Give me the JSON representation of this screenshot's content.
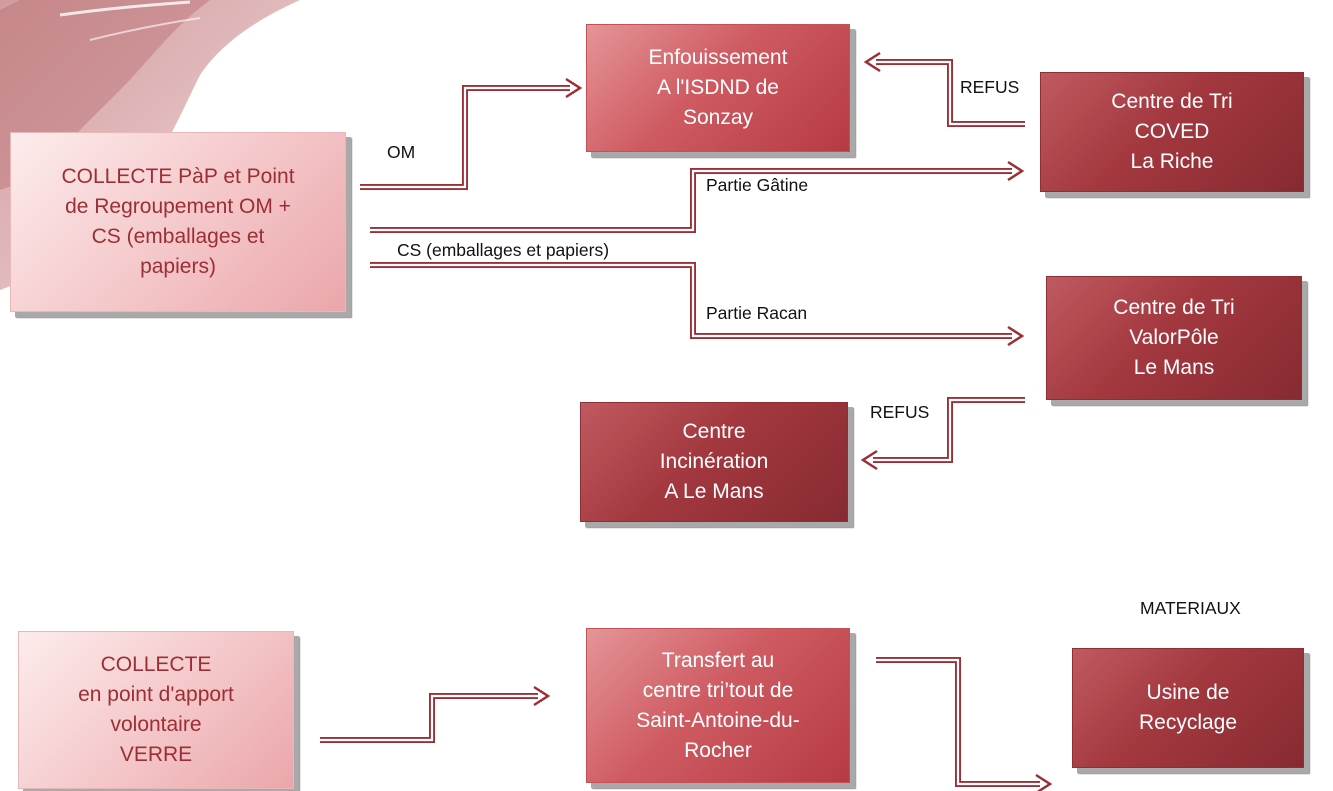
{
  "boxes": {
    "collecte_pap": {
      "lines": [
        "COLLECTE PàP et Point",
        "de Regroupement OM +",
        "CS (emballages et",
        "papiers)"
      ]
    },
    "enfouissement": {
      "lines": [
        "Enfouissement",
        "A l'ISDND de",
        "Sonzay"
      ]
    },
    "centre_tri_coved": {
      "lines": [
        "Centre de Tri",
        "COVED",
        "La Riche"
      ]
    },
    "centre_tri_valorpole": {
      "lines": [
        "Centre de Tri",
        "ValorPôle",
        "Le Mans"
      ]
    },
    "centre_incineration": {
      "lines": [
        "Centre",
        "Incinération",
        "A Le Mans"
      ]
    },
    "collecte_verre": {
      "lines": [
        "COLLECTE",
        "en point d'apport",
        "volontaire",
        "VERRE"
      ]
    },
    "transfert": {
      "lines": [
        "Transfert au",
        "centre tri’tout de",
        "Saint-Antoine-du-",
        "Rocher"
      ]
    },
    "usine_recyclage": {
      "lines": [
        "Usine de",
        "Recyclage"
      ]
    }
  },
  "labels": {
    "om": "OM",
    "refus_top": "REFUS",
    "partie_gatine": "Partie Gâtine",
    "cs_emballages": "CS (emballages et papiers)",
    "partie_racan": "Partie Racan",
    "refus_bottom": "REFUS",
    "materiaux": "MATERIAUX"
  },
  "colors": {
    "arrow": "#9c2f36",
    "light_box_text": "#9c2f36",
    "dark_box_fill": "#9e3239"
  }
}
